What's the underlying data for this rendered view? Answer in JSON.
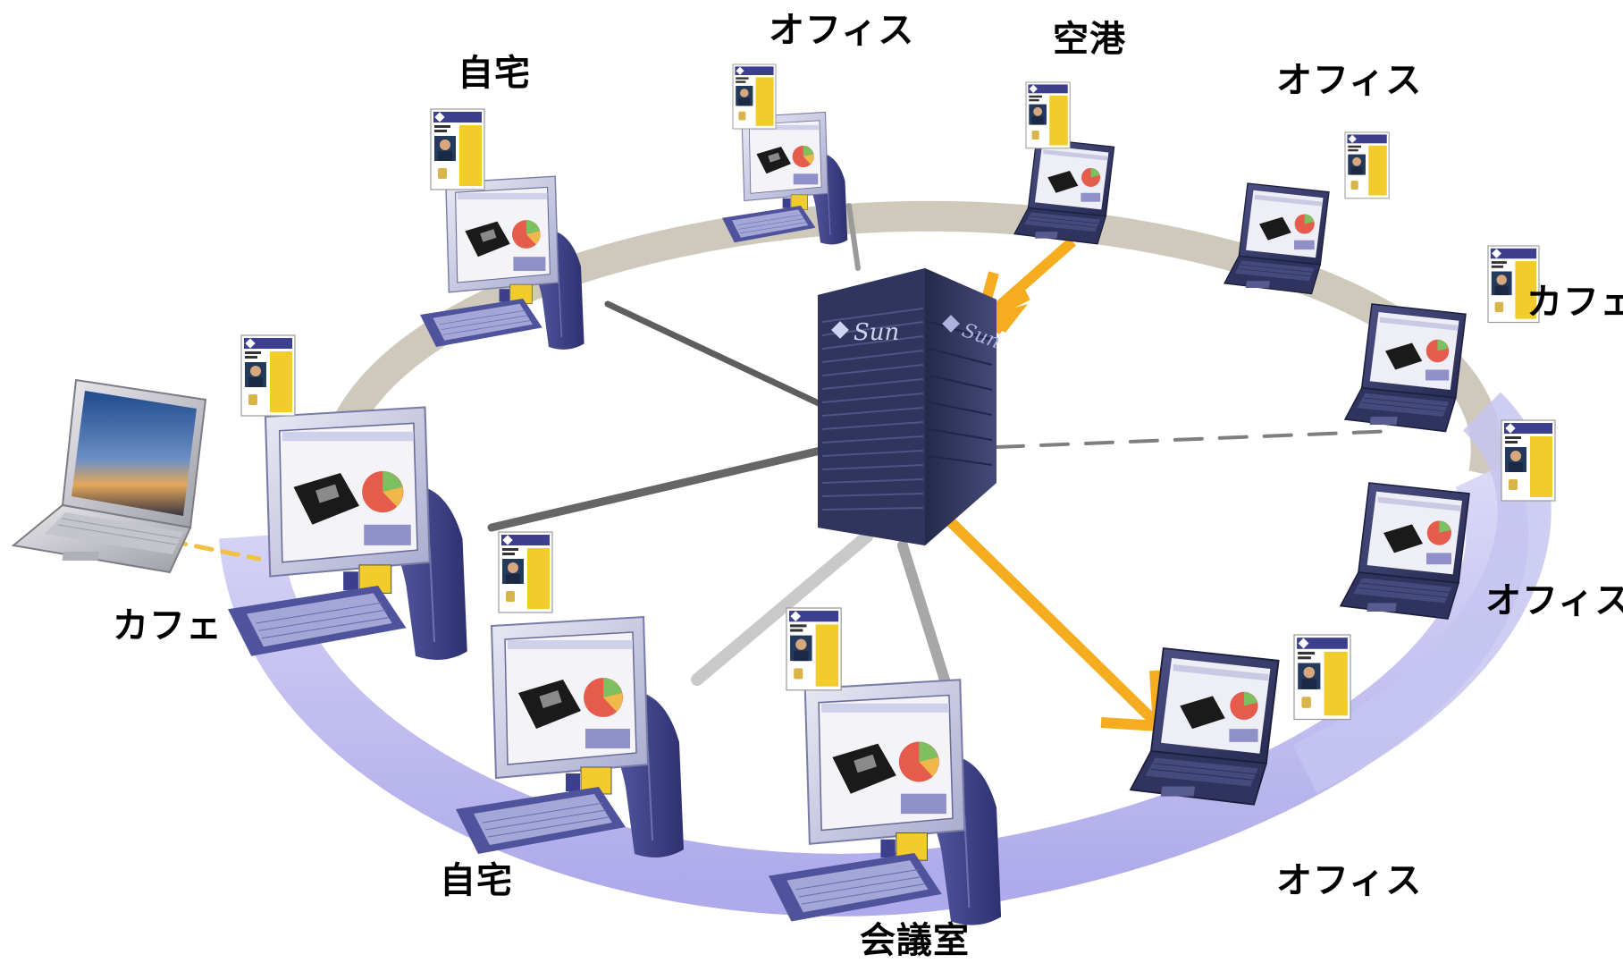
{
  "labels": {
    "home_top": "自宅",
    "office_top": "オフィス",
    "airport": "空港",
    "office_top_right": "オフィス",
    "cafe_right": "カフェ",
    "office_right": "オフィス",
    "office_bottom_right": "オフィス",
    "meeting_room": "会議室",
    "home_bottom": "自宅",
    "cafe_left": "カフェ"
  },
  "brand": {
    "logo_text": "Sun"
  },
  "colors": {
    "ring_back": "#c9c3b4",
    "ring_front": "#b9b6ee",
    "arrow": "#f5ad1f",
    "server": "#2b2f52",
    "device": "#4b4f95",
    "card_accent": "#f2cc2a"
  }
}
